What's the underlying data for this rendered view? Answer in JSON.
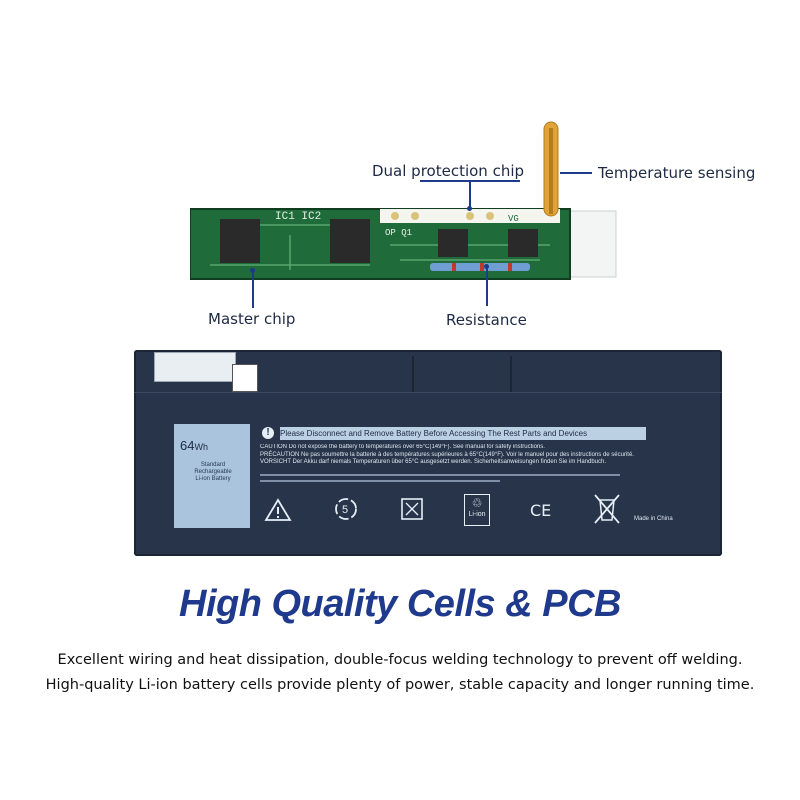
{
  "callouts": {
    "dual_protection": "Dual protection chip",
    "temperature": "Temperature sensing",
    "master_chip": "Master chip",
    "resistance": "Resistance"
  },
  "pcb": {
    "ic_label": "IC1  IC2",
    "op_label": "OP  Q1",
    "vg_label": "VG"
  },
  "battery": {
    "capacity_value": "64",
    "capacity_unit": "Wh",
    "type_lines": [
      "Standard",
      "Rechargeable",
      "Li-ion Battery"
    ],
    "warning_banner": "Please Disconnect and Remove Battery Before Accessing The Rest Parts and Devices",
    "caution_lines": [
      "CAUTION Do not expose the battery to temperatures over 65°C(149°F). See manual for safety instructions.",
      "PRÉCAUTION Ne pas soumettre la batterie à des températures supérieures à 65°C(149°F). Voir le manuel pour des instructions de sécurité.",
      "VORSICHT Der Akku darf niemals Temperaturen über 65°C ausgesetzt werden. Sicherheitsanweisungen finden Sie im Handbuch."
    ],
    "liion_label": "Li-ion",
    "made_in": "Made in China",
    "colors": {
      "body": "#273449",
      "label_panel": "#a9c4dc",
      "accent": "#1f3a8c"
    }
  },
  "headline": "High Quality Cells & PCB",
  "description": [
    "Excellent wiring and heat dissipation, double-focus welding technology to prevent off welding.",
    "High-quality Li-ion battery cells provide plenty of power, stable capacity and longer running time."
  ]
}
